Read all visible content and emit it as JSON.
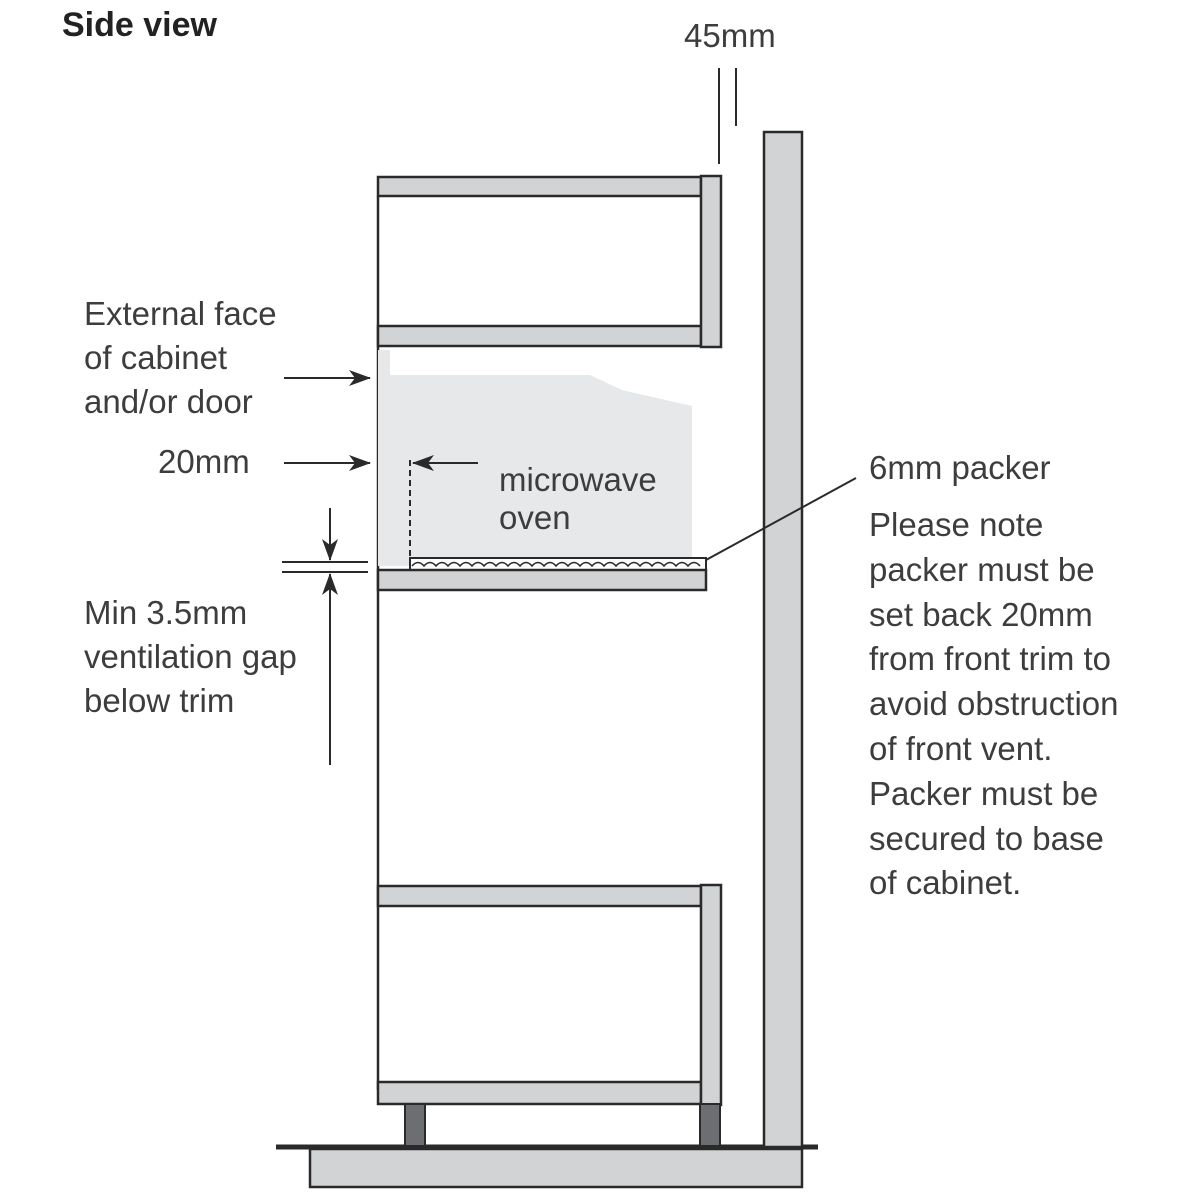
{
  "title": "Side view",
  "labels": {
    "gap_45": "45mm",
    "external_face": [
      "External face",
      "of cabinet",
      "and/or door"
    ],
    "setback_20": "20mm",
    "microwave": [
      "microwave",
      "oven"
    ],
    "packer": "6mm packer",
    "ventilation": [
      "Min 3.5mm",
      "ventilation gap",
      "below trim"
    ],
    "note": [
      "Please note",
      "packer must be",
      "set back 20mm",
      "from front trim to",
      "avoid obstruction",
      "of front vent.",
      "Packer must be",
      "secured to base",
      "of cabinet."
    ]
  },
  "colors": {
    "panel_fill": "#d2d3d5",
    "oven_fill": "#e7e8ea",
    "outline": "#2a2a2a",
    "text": "#3d3d3d"
  }
}
